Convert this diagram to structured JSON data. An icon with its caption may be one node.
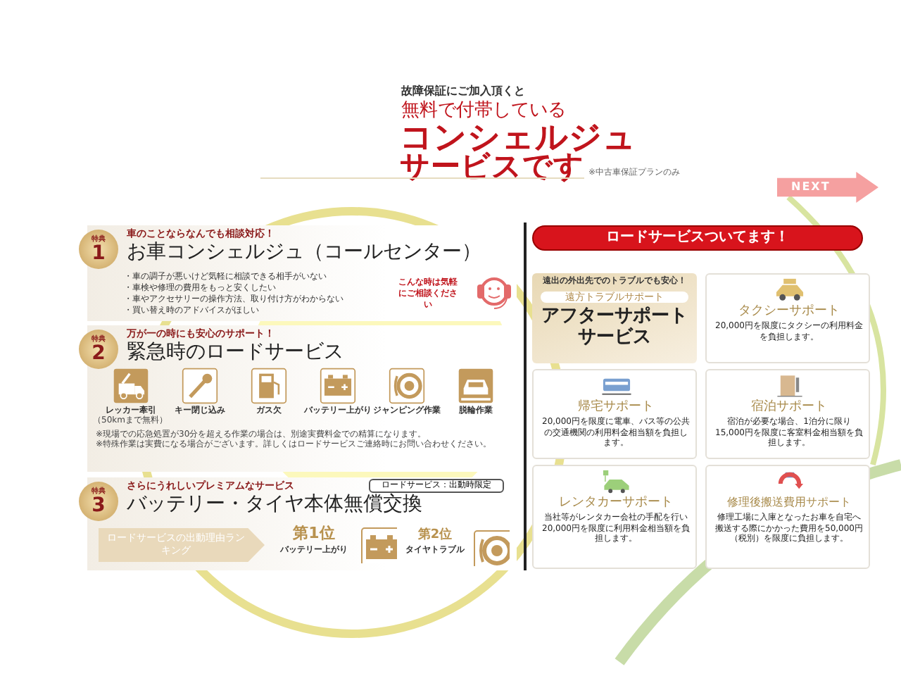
{
  "diagram": {
    "labels": [
      "故障保証にご加入頂くと",
      "無料で付帯している",
      "コンシェルジュ",
      "サービスです",
      "※中古車保証プランのみ"
    ],
    "nodes": [
      {
        "text": [
          "NEXT"
        ]
      },
      {
        "text": [
          "特典",
          "1",
          "車のことならなんでも相談対応！",
          "お車コンシェルジュ（コールセンター）",
          "・車の調子が悪いけど気軽に相談できる相手がいない",
          "・車検や修理の費用をもっと安くしたい",
          "・車やアクセサリーの操作方法、取り付け方がわからない",
          "・買い替え時のアドバイスがほしい"
        ]
      },
      {
        "text": [
          "こんな時は気軽にご相談ください"
        ],
        "in": 1
      },
      {
        "text": [
          "特典",
          "2",
          "万が一の時にも安心のサポート！",
          "緊急時のロードサービス",
          "※現場での応急処置が30分を超える作業の場合は、別途実費料金での精算になります。",
          "※特殊作業は実費になる場合がございます。詳しくはロードサービスご連絡時にお問い合わせください。"
        ]
      },
      {
        "text": [
          "レッカー牽引"
        ],
        "beside": [
          "（50kmまで無料）"
        ],
        "in": 3
      },
      {
        "text": [
          "キー閉じ込み"
        ],
        "in": 3
      },
      {
        "text": [
          "ガス欠"
        ],
        "in": 3
      },
      {
        "text": [
          "バッテリー上がり"
        ],
        "in": 3
      },
      {
        "text": [
          "ジャンピング作業"
        ],
        "in": 3
      },
      {
        "text": [
          "脱輪作業"
        ],
        "in": 3
      },
      {
        "text": [
          "特典",
          "3",
          "さらにうれしいプレミアムなサービス",
          "バッテリー・タイヤ本体無償交換"
        ]
      },
      {
        "text": [
          "ロードサービス：出動時限定"
        ],
        "in": 10
      },
      {
        "text": [
          "ロードサービスの出動理由ランキング"
        ],
        "in": 10
      },
      {
        "text": [
          "第1位",
          "バッテリー上がり"
        ],
        "in": 10
      },
      {
        "text": [
          "第2位",
          "タイヤトラブル"
        ],
        "in": 10
      },
      {
        "text": [
          "ロードサービスついてます！"
        ]
      },
      {
        "text": [
          "遠出の外出先でのトラブルでも安心！",
          "遠方トラブルサポート",
          "アフターサポートサービス"
        ]
      },
      {
        "text": [
          "タクシーサポート",
          "20,000円を限度にタクシーの利用料金を負担します。"
        ]
      },
      {
        "text": [
          "帰宅サポート",
          "20,000円を限度に電車、バス等の公共の交通機関の利用料金相当額を負担します。"
        ]
      },
      {
        "text": [
          "宿泊サポート",
          "宿泊が必要な場合、1泊分に限り15,000円を限度に客室料金相当額を負担します。"
        ]
      },
      {
        "text": [
          "レンタカーサポート",
          "当社等がレンタカー会社の手配を行い20,000円を限度に利用料金相当額を負担します。"
        ]
      },
      {
        "text": [
          "修理後搬送費用サポート",
          "修理工場に入庫となったお車を自宅へ搬送する際にかかった費用を50,000円（税別）を限度に負担します。"
        ]
      }
    ]
  }
}
